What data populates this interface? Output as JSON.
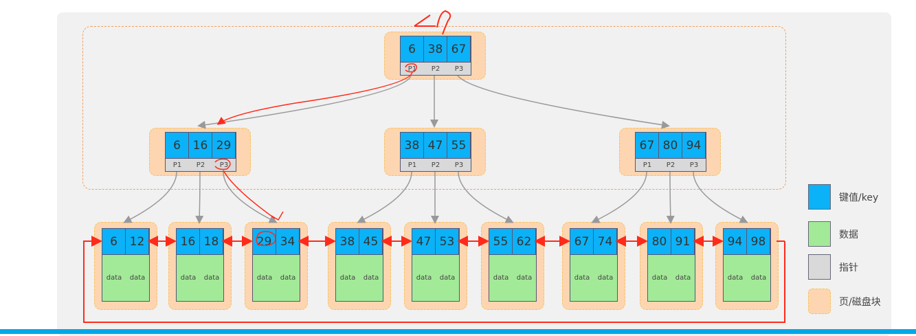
{
  "colors": {
    "key": "#0bb2f7",
    "data": "#a3ea98",
    "pointer": "#d9d9d9",
    "page": "#fdd5b0",
    "link": "#ff2a1a"
  },
  "root": {
    "keys": [
      "6",
      "38",
      "67"
    ],
    "pointers": [
      "P1",
      "P2",
      "P3"
    ]
  },
  "internal": [
    {
      "keys": [
        "6",
        "16",
        "29"
      ],
      "pointers": [
        "P1",
        "P2",
        "P3"
      ]
    },
    {
      "keys": [
        "38",
        "47",
        "55"
      ],
      "pointers": [
        "P1",
        "P2",
        "P3"
      ]
    },
    {
      "keys": [
        "67",
        "80",
        "94"
      ],
      "pointers": [
        "P1",
        "P2",
        "P3"
      ]
    }
  ],
  "leaves": [
    {
      "keys": [
        "6",
        "12"
      ],
      "data": [
        "data",
        "data"
      ]
    },
    {
      "keys": [
        "16",
        "18"
      ],
      "data": [
        "data",
        "data"
      ]
    },
    {
      "keys": [
        "29",
        "34"
      ],
      "data": [
        "data",
        "data"
      ]
    },
    {
      "keys": [
        "38",
        "45"
      ],
      "data": [
        "data",
        "data"
      ]
    },
    {
      "keys": [
        "47",
        "53"
      ],
      "data": [
        "data",
        "data"
      ]
    },
    {
      "keys": [
        "55",
        "62"
      ],
      "data": [
        "data",
        "data"
      ]
    },
    {
      "keys": [
        "67",
        "74"
      ],
      "data": [
        "data",
        "data"
      ]
    },
    {
      "keys": [
        "80",
        "91"
      ],
      "data": [
        "data",
        "data"
      ]
    },
    {
      "keys": [
        "94",
        "98"
      ],
      "data": [
        "data",
        "data"
      ]
    }
  ],
  "legend": [
    {
      "label": "键值/key",
      "color": "#0bb2f7"
    },
    {
      "label": "数据",
      "color": "#a3ea98"
    },
    {
      "label": "指针",
      "color": "#d9d9d9"
    },
    {
      "label": "页/磁盘块",
      "color": "#fdd5b0"
    }
  ]
}
